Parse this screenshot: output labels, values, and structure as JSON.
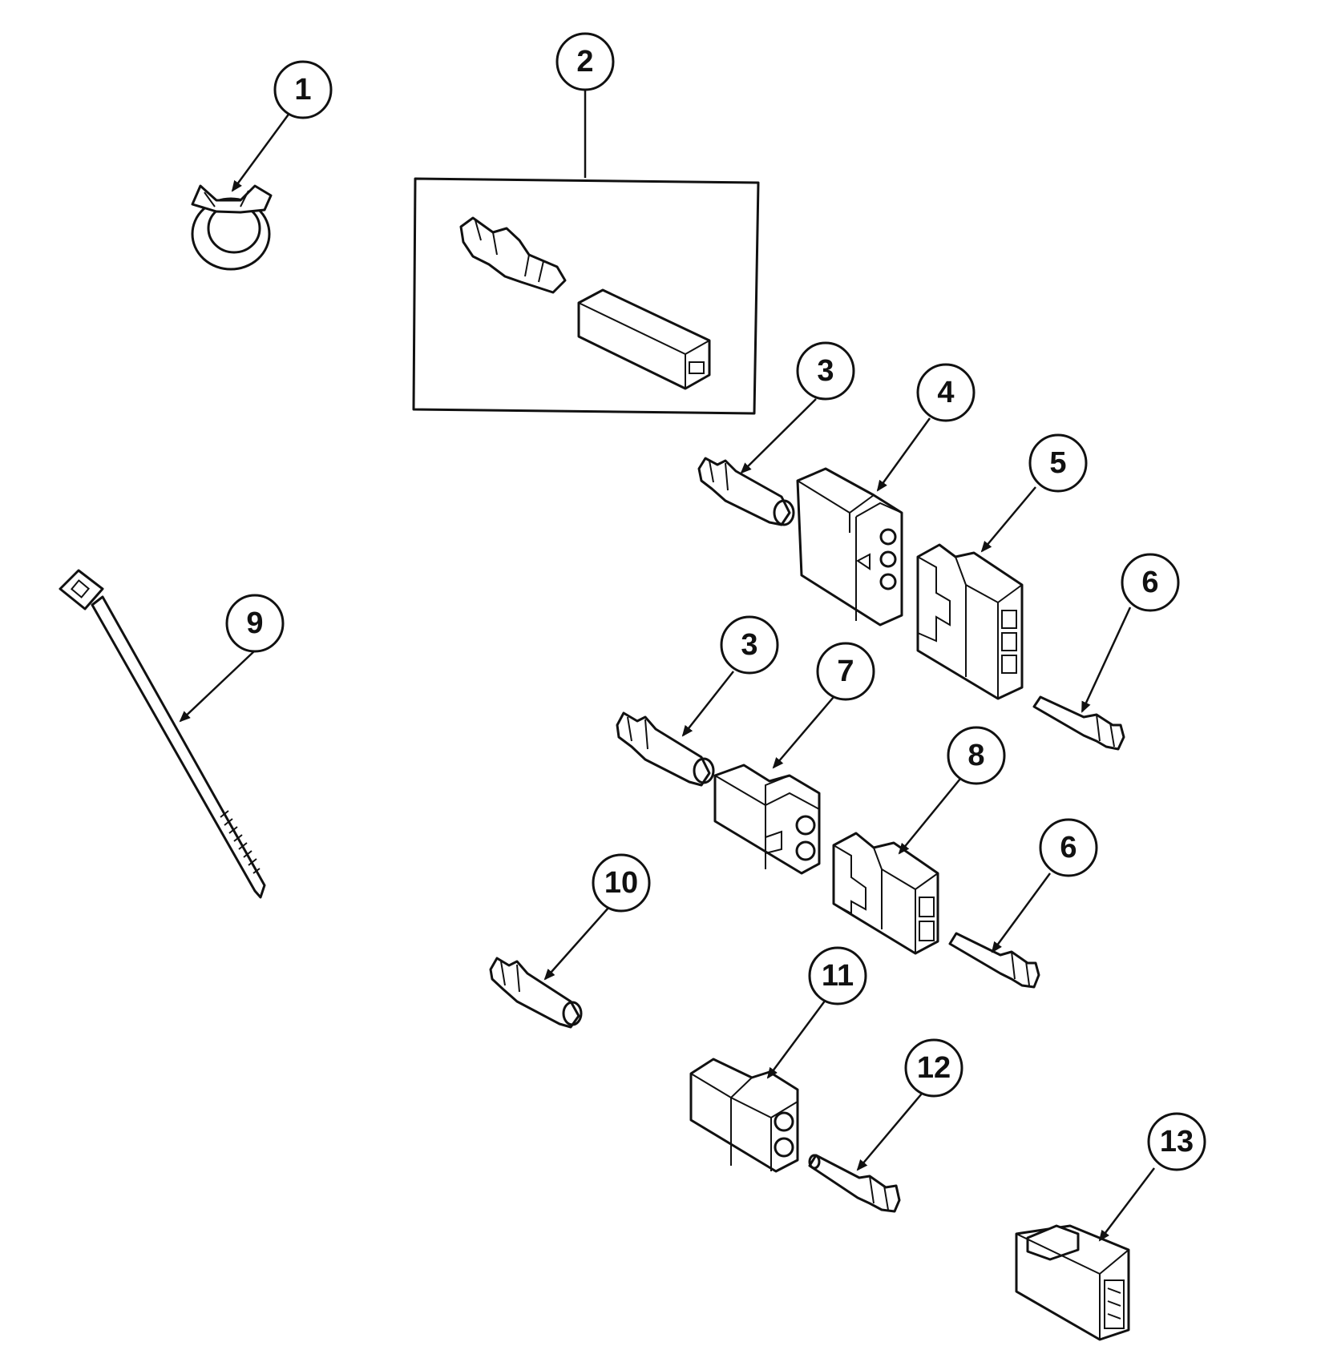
{
  "callouts": [
    {
      "label": "1"
    },
    {
      "label": "2"
    },
    {
      "label": "3"
    },
    {
      "label": "4"
    },
    {
      "label": "5"
    },
    {
      "label": "6"
    },
    {
      "label": "3"
    },
    {
      "label": "7"
    },
    {
      "label": "8"
    },
    {
      "label": "6"
    },
    {
      "label": "9"
    },
    {
      "label": "10"
    },
    {
      "label": "11"
    },
    {
      "label": "12"
    },
    {
      "label": "13"
    }
  ],
  "parts": [
    {
      "part": "hose-clamp",
      "icon": "clamp-icon"
    },
    {
      "part": "terminal-and-insulator-kit",
      "icon": "terminal-kit-icon"
    },
    {
      "part": "female-pin-terminal",
      "icon": "pin-terminal-icon"
    },
    {
      "part": "3-way-plug-housing",
      "icon": "plug-housing-icon"
    },
    {
      "part": "3-way-receptacle-housing",
      "icon": "receptacle-housing-icon"
    },
    {
      "part": "male-pin-terminal",
      "icon": "pin-terminal-icon"
    },
    {
      "part": "2-way-plug-housing",
      "icon": "plug-housing-icon"
    },
    {
      "part": "2-way-receptacle-housing",
      "icon": "receptacle-housing-icon"
    },
    {
      "part": "cable-tie",
      "icon": "cable-tie-icon"
    },
    {
      "part": "socket-terminal",
      "icon": "socket-terminal-icon"
    },
    {
      "part": "2-way-connector-housing",
      "icon": "connector-housing-icon"
    },
    {
      "part": "pin-terminal",
      "icon": "pin-terminal-icon"
    },
    {
      "part": "3-way-edge-connector",
      "icon": "edge-connector-icon"
    }
  ]
}
